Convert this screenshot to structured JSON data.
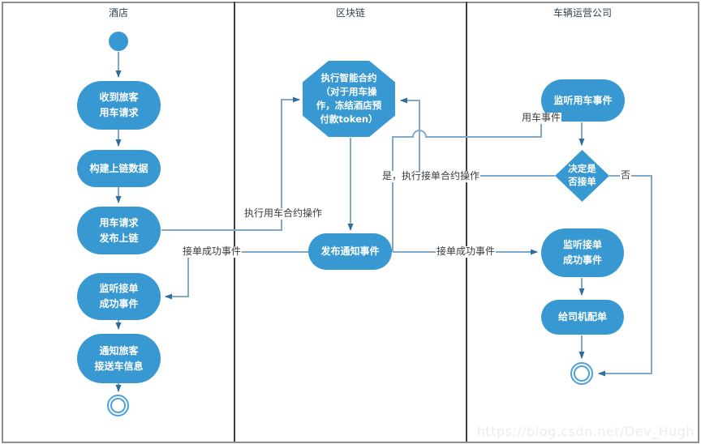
{
  "lanes": {
    "hotel": "酒店",
    "blockchain": "区块链",
    "company": "车辆运营公司"
  },
  "nodes": {
    "receive_request": "收到旅客\n用车请求",
    "build_data": "构建上链数据",
    "publish_request": "用车请求\n发布上链",
    "listen_accept_hotel": "监听接单\n成功事件",
    "notify_passenger": "通知旅客\n接送车信息",
    "execute_contract": "执行智能合约\n（对于用车操\n作，冻结酒店预\n付款token）",
    "publish_notify": "发布通知事件",
    "listen_car_event": "监听用车事件",
    "decide_accept": "决定是\n否接单",
    "listen_accept_company": "监听接单\n成功事件",
    "assign_driver": "给司机配单"
  },
  "edge_labels": {
    "exec_car_contract": "执行用车合约操作",
    "accept_success_left": "接单成功事件",
    "accept_success_right": "接单成功事件",
    "car_event": "用车事件",
    "yes_exec_accept": "是，执行接单合约操作",
    "no": "否"
  },
  "colors": {
    "node_fill": "#3798d2",
    "connector_line": "#81a9c7",
    "arrowhead": "#2e6e9e",
    "lane_divider": "#3f3f3f"
  },
  "watermark": "https://blog.csdn.net/Dev_Hugh"
}
